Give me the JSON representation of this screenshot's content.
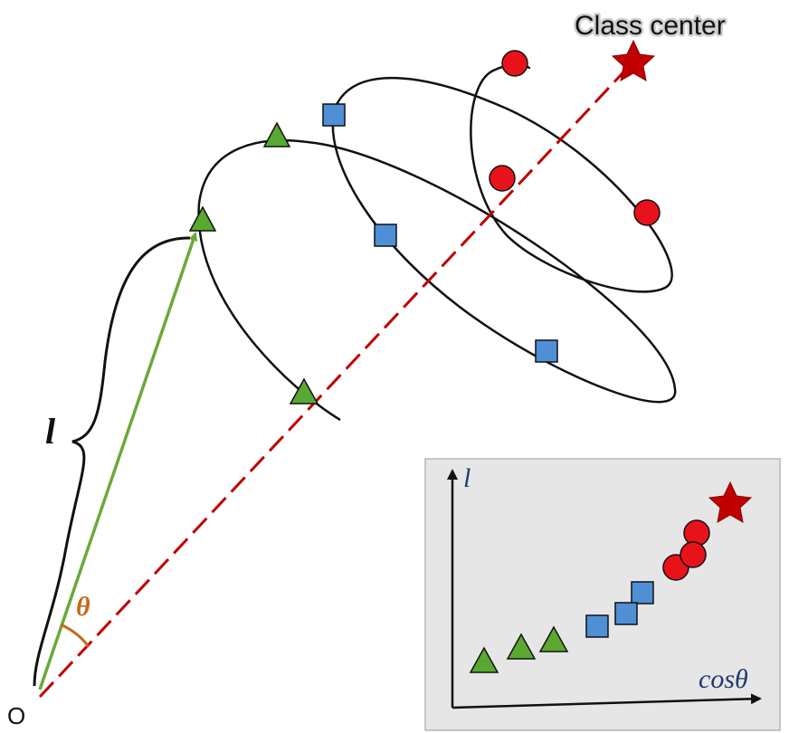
{
  "labels": {
    "class_center": "Class center",
    "origin": "O",
    "length": "l",
    "angle": "θ",
    "inset_y_axis": "l",
    "inset_x_axis": "cosθ"
  },
  "colors": {
    "class_center_star": "#c00000",
    "circle_marker": "#e8121a",
    "square_marker": "#4f8fd6",
    "triangle_marker": "#5aa832",
    "vector": "#6aaa3a",
    "dashed_line": "#c00000",
    "angle_arc": "#c56a1a",
    "inset_background": "#e6e6e6"
  },
  "icons": {
    "class_center": "star-icon",
    "class_1": "circle-marker",
    "class_2": "square-marker",
    "class_3": "triangle-marker"
  }
}
